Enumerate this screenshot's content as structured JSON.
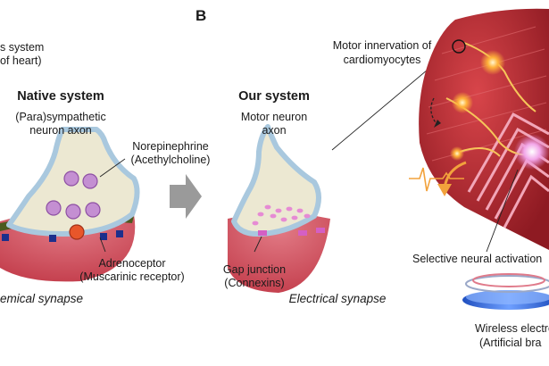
{
  "panel_label": "B",
  "cropped_header": {
    "line1": "s system",
    "line2": "of heart)"
  },
  "native": {
    "title": "Native system",
    "neuron_line1": "(Para)sympathetic",
    "neuron_line2": "neuron axon",
    "transmitter_line1": "Norepinephrine",
    "transmitter_line2": "(Acethylcholine)",
    "receptor_line1": "Adrenoceptor",
    "receptor_line2": "(Muscarinic receptor)",
    "synapse_type": "emical synapse"
  },
  "ours": {
    "title": "Our system",
    "neuron_line1": "Motor neuron",
    "neuron_line2": "axon",
    "junction_line1": "Gap junction",
    "junction_line2": "(Connexins)",
    "synapse_type": "Electrical synapse"
  },
  "heart": {
    "innervation_line1": "Motor innervation of",
    "innervation_line2": "cardiomyocytes",
    "activation": "Selective neural activation",
    "device_line1": "Wireless electro",
    "device_line2": "(Artificial bra"
  },
  "colors": {
    "terminal_fill": "#ece8d2",
    "terminal_edge": "#a9c8de",
    "muscle_red": "#cc4f5c",
    "vesicle": "#c48fd2",
    "receptor_blue": "#1c2f8c",
    "gap_junction": "#d45fc4",
    "arrow_gray": "#9a9a9a",
    "signal_orange": "#f2a23c",
    "heart_red": "#b5242c",
    "electrode_pink": "#f2a6b8"
  }
}
